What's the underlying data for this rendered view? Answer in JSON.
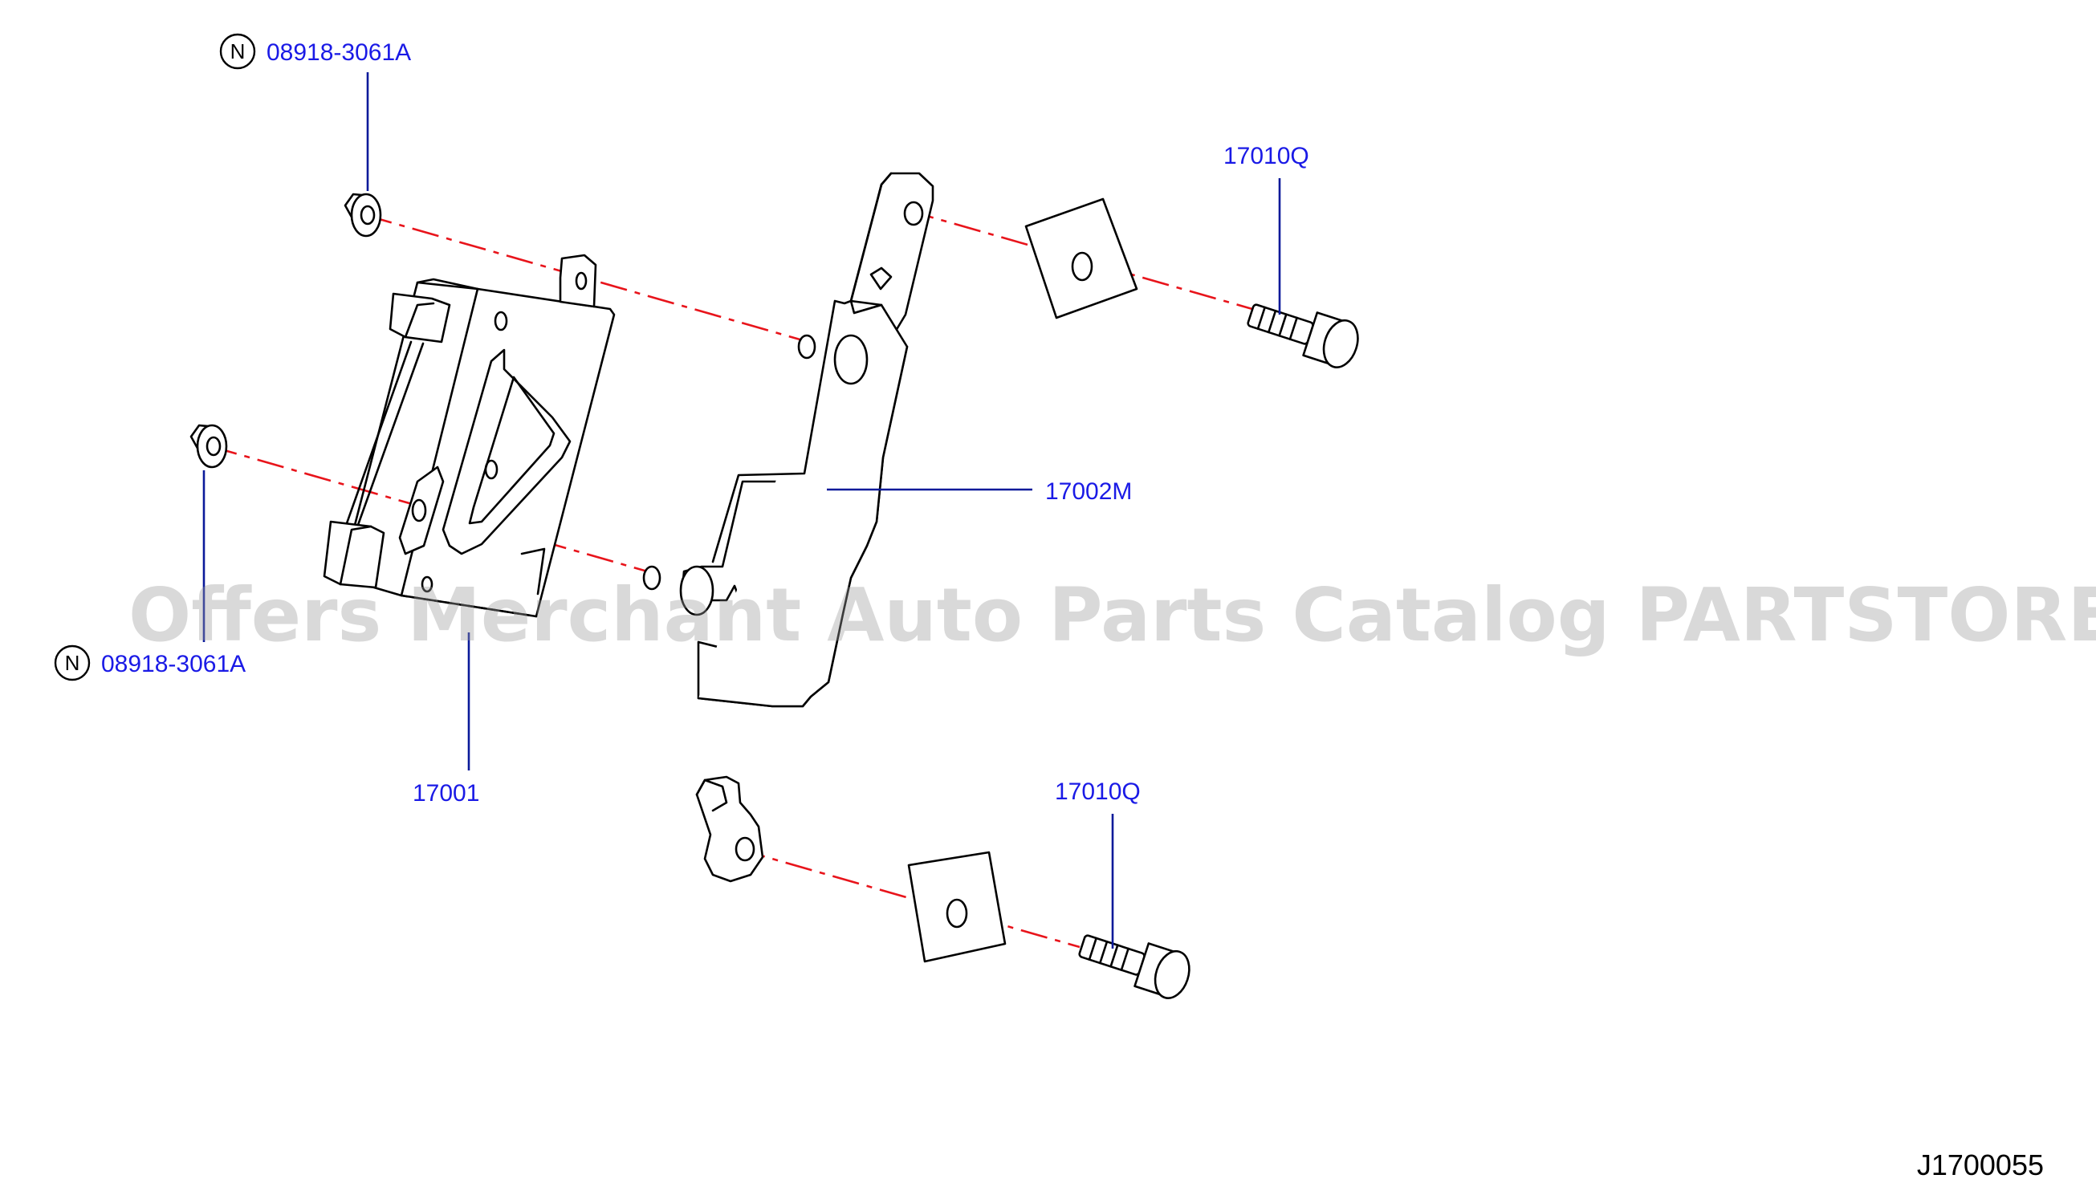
{
  "callouts": {
    "nut_top": "08918-3061A",
    "nut_bottom": "08918-3061A",
    "bolt_top": "17010Q",
    "bolt_bottom": "17010Q",
    "bracket": "17002M",
    "ecu_unit": "17001",
    "standard_part_mark": "N"
  },
  "diagram_code": "J1700055",
  "watermark": "Offers Merchant Auto Parts Catalog PARTSTORE.SA",
  "colors": {
    "callout_text": "#1a1ae6",
    "leader_line": "#0a1a9a",
    "axis_line": "#e8141b",
    "part_outline": "#000000",
    "watermark": "#9a9a9a"
  }
}
